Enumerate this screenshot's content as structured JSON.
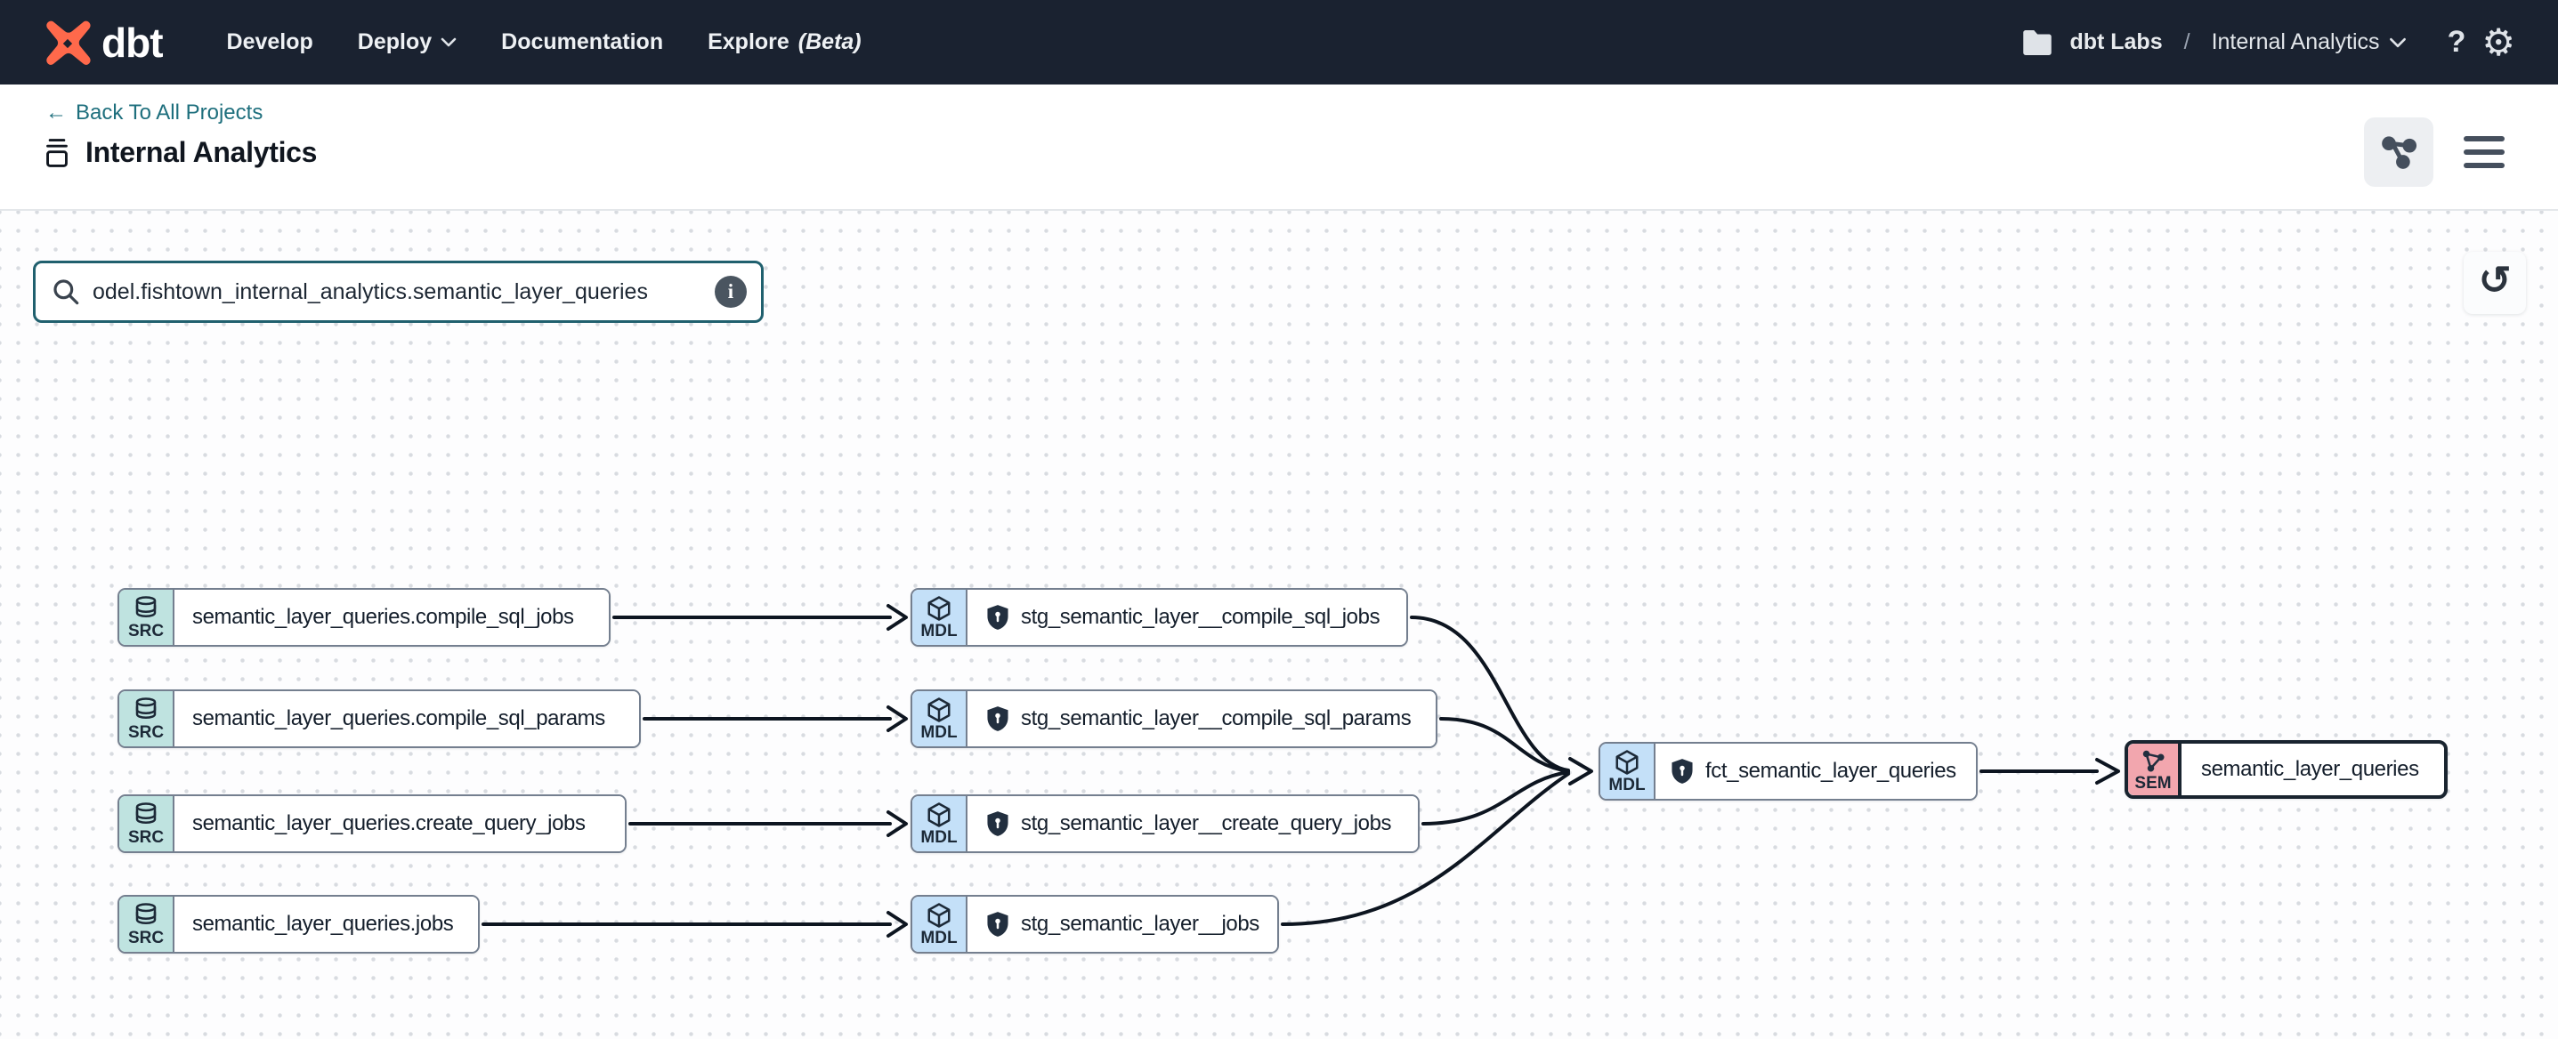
{
  "nav": {
    "brand": "dbt",
    "develop": "Develop",
    "deploy": "Deploy",
    "documentation": "Documentation",
    "explore": "Explore",
    "explore_beta": "(Beta)",
    "account": "dbt Labs",
    "separator": "/",
    "project": "Internal Analytics",
    "help": "?",
    "gear_icon": "⚙"
  },
  "header": {
    "back_arrow": "←",
    "back_label": "Back To All Projects",
    "title": "Internal Analytics"
  },
  "toolbar": {
    "undo_icon": "↺"
  },
  "search": {
    "value": "odel.fishtown_internal_analytics.semantic_layer_queries",
    "info_icon": "i"
  },
  "colors": {
    "nav_bg": "#1a2230",
    "brand_orange": "#ff694b",
    "accent_teal": "#1e6f7d",
    "src_badge": "#bfe3e0",
    "mdl_badge": "#c4e0f8",
    "sem_badge": "#f2a6ae",
    "edge": "#0d1520"
  },
  "graph": {
    "nodes": [
      {
        "badge": "SRC",
        "name": "semantic_layer_queries.compile_sql_jobs"
      },
      {
        "badge": "SRC",
        "name": "semantic_layer_queries.compile_sql_params"
      },
      {
        "badge": "SRC",
        "name": "semantic_layer_queries.create_query_jobs"
      },
      {
        "badge": "SRC",
        "name": "semantic_layer_queries.jobs"
      },
      {
        "badge": "MDL",
        "name": "stg_semantic_layer__compile_sql_jobs"
      },
      {
        "badge": "MDL",
        "name": "stg_semantic_layer__compile_sql_params"
      },
      {
        "badge": "MDL",
        "name": "stg_semantic_layer__create_query_jobs"
      },
      {
        "badge": "MDL",
        "name": "stg_semantic_layer__jobs"
      },
      {
        "badge": "MDL",
        "name": "fct_semantic_layer_queries"
      },
      {
        "badge": "SEM",
        "name": "semantic_layer_queries"
      }
    ]
  }
}
